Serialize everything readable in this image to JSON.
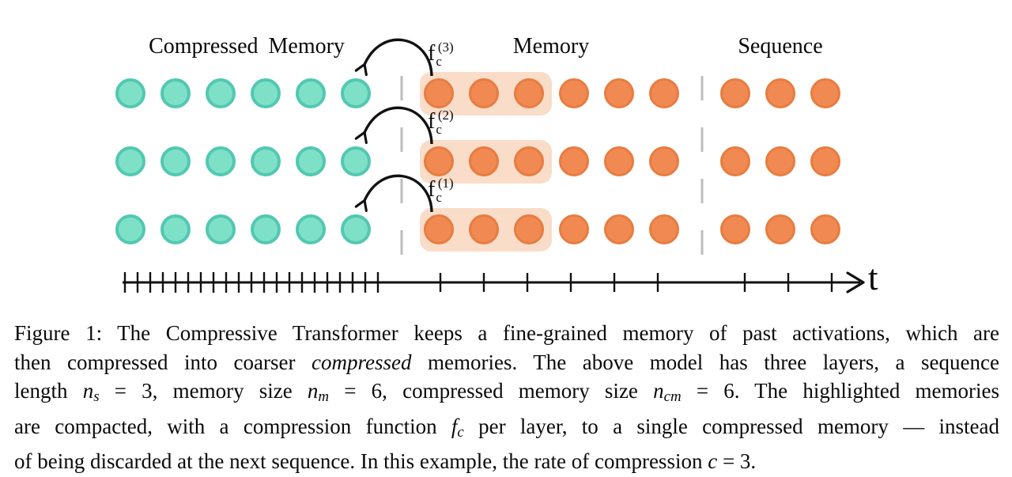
{
  "figure": {
    "header": {
      "compressed_memory": "Compressed Memory",
      "memory": "Memory",
      "sequence": "Sequence"
    },
    "axis": {
      "label": "t"
    },
    "layers": [
      {
        "fn": {
          "base": "f",
          "sub": "c",
          "sup": "(3)"
        }
      },
      {
        "fn": {
          "base": "f",
          "sub": "c",
          "sup": "(2)"
        }
      },
      {
        "fn": {
          "base": "f",
          "sub": "c",
          "sup": "(1)"
        }
      }
    ],
    "counts": {
      "rows": 3,
      "compressed_memory_per_row": 6,
      "memory_per_row": 6,
      "highlighted_per_row": 3,
      "sequence_per_row": 3
    },
    "colors": {
      "teal_fill": "#7fe0c8",
      "teal_border": "#52c8b1",
      "orange_fill": "#f08a52",
      "orange_border": "#e87c40",
      "highlight_box": "#f9ddc9",
      "divider": "#bdbdbd",
      "ink": "#111111"
    }
  },
  "caption": {
    "lines": [
      {
        "segments": [
          {
            "t": "Figure 1: The Compressive Transformer keeps a fine-grained memory of past activations, which are",
            "s": "n"
          }
        ]
      },
      {
        "segments": [
          {
            "t": "then compressed into coarser ",
            "s": "n"
          },
          {
            "t": "compressed",
            "s": "i"
          },
          {
            "t": " memories. The above model has three layers, a sequence",
            "s": "n"
          }
        ]
      },
      {
        "segments": [
          {
            "t": "length ",
            "s": "n"
          },
          {
            "t": "n",
            "s": "m"
          },
          {
            "t": "s",
            "s": "sub"
          },
          {
            "t": " = 3, memory size ",
            "s": "n"
          },
          {
            "t": "n",
            "s": "m"
          },
          {
            "t": "m",
            "s": "sub"
          },
          {
            "t": " = 6, compressed memory size ",
            "s": "n"
          },
          {
            "t": "n",
            "s": "m"
          },
          {
            "t": "cm",
            "s": "sub"
          },
          {
            "t": " = 6. The highlighted memories",
            "s": "n"
          }
        ]
      },
      {
        "segments": [
          {
            "t": "are compacted, with a compression function ",
            "s": "n"
          },
          {
            "t": "f",
            "s": "m"
          },
          {
            "t": "c",
            "s": "sub"
          },
          {
            "t": " per layer, to a single compressed memory — instead",
            "s": "n"
          }
        ]
      },
      {
        "segments": [
          {
            "t": "of being discarded at the next sequence. In this example, the rate of compression ",
            "s": "n"
          },
          {
            "t": "c",
            "s": "m"
          },
          {
            "t": " = 3.",
            "s": "n"
          }
        ]
      }
    ]
  }
}
